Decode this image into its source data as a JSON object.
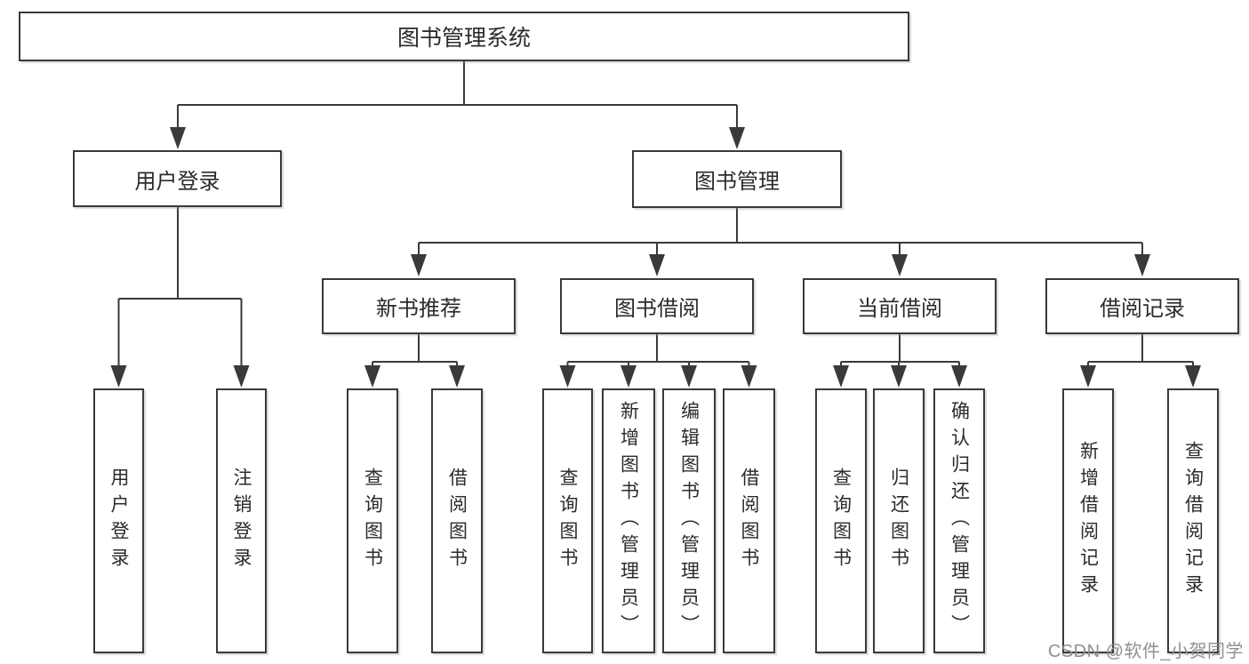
{
  "tree": {
    "label": "图书管理系统",
    "children": [
      {
        "label": "用户登录",
        "children": [
          {
            "label": "用户登录"
          },
          {
            "label": "注销登录"
          }
        ]
      },
      {
        "label": "图书管理",
        "children": [
          {
            "label": "新书推荐",
            "children": [
              {
                "label": "查询图书"
              },
              {
                "label": "借阅图书"
              }
            ]
          },
          {
            "label": "图书借阅",
            "children": [
              {
                "label": "查询图书"
              },
              {
                "label": "新增图书（管理员）"
              },
              {
                "label": "编辑图书（管理员）"
              },
              {
                "label": "借阅图书"
              }
            ]
          },
          {
            "label": "当前借阅",
            "children": [
              {
                "label": "查询图书"
              },
              {
                "label": "归还图书"
              },
              {
                "label": "确认归还（管理员）"
              }
            ]
          },
          {
            "label": "借阅记录",
            "children": [
              {
                "label": "新增借阅记录"
              },
              {
                "label": "查询借阅记录"
              }
            ]
          }
        ]
      }
    ]
  },
  "watermark": "CSDN @软件_小贺同学",
  "colors": {
    "line": "#3a3a3a",
    "box_border": "#3a3a3a",
    "box_background": "#ffffff",
    "text": "#2b2b2b",
    "watermark": "#8e8e96",
    "page_background": "#ffffff"
  }
}
